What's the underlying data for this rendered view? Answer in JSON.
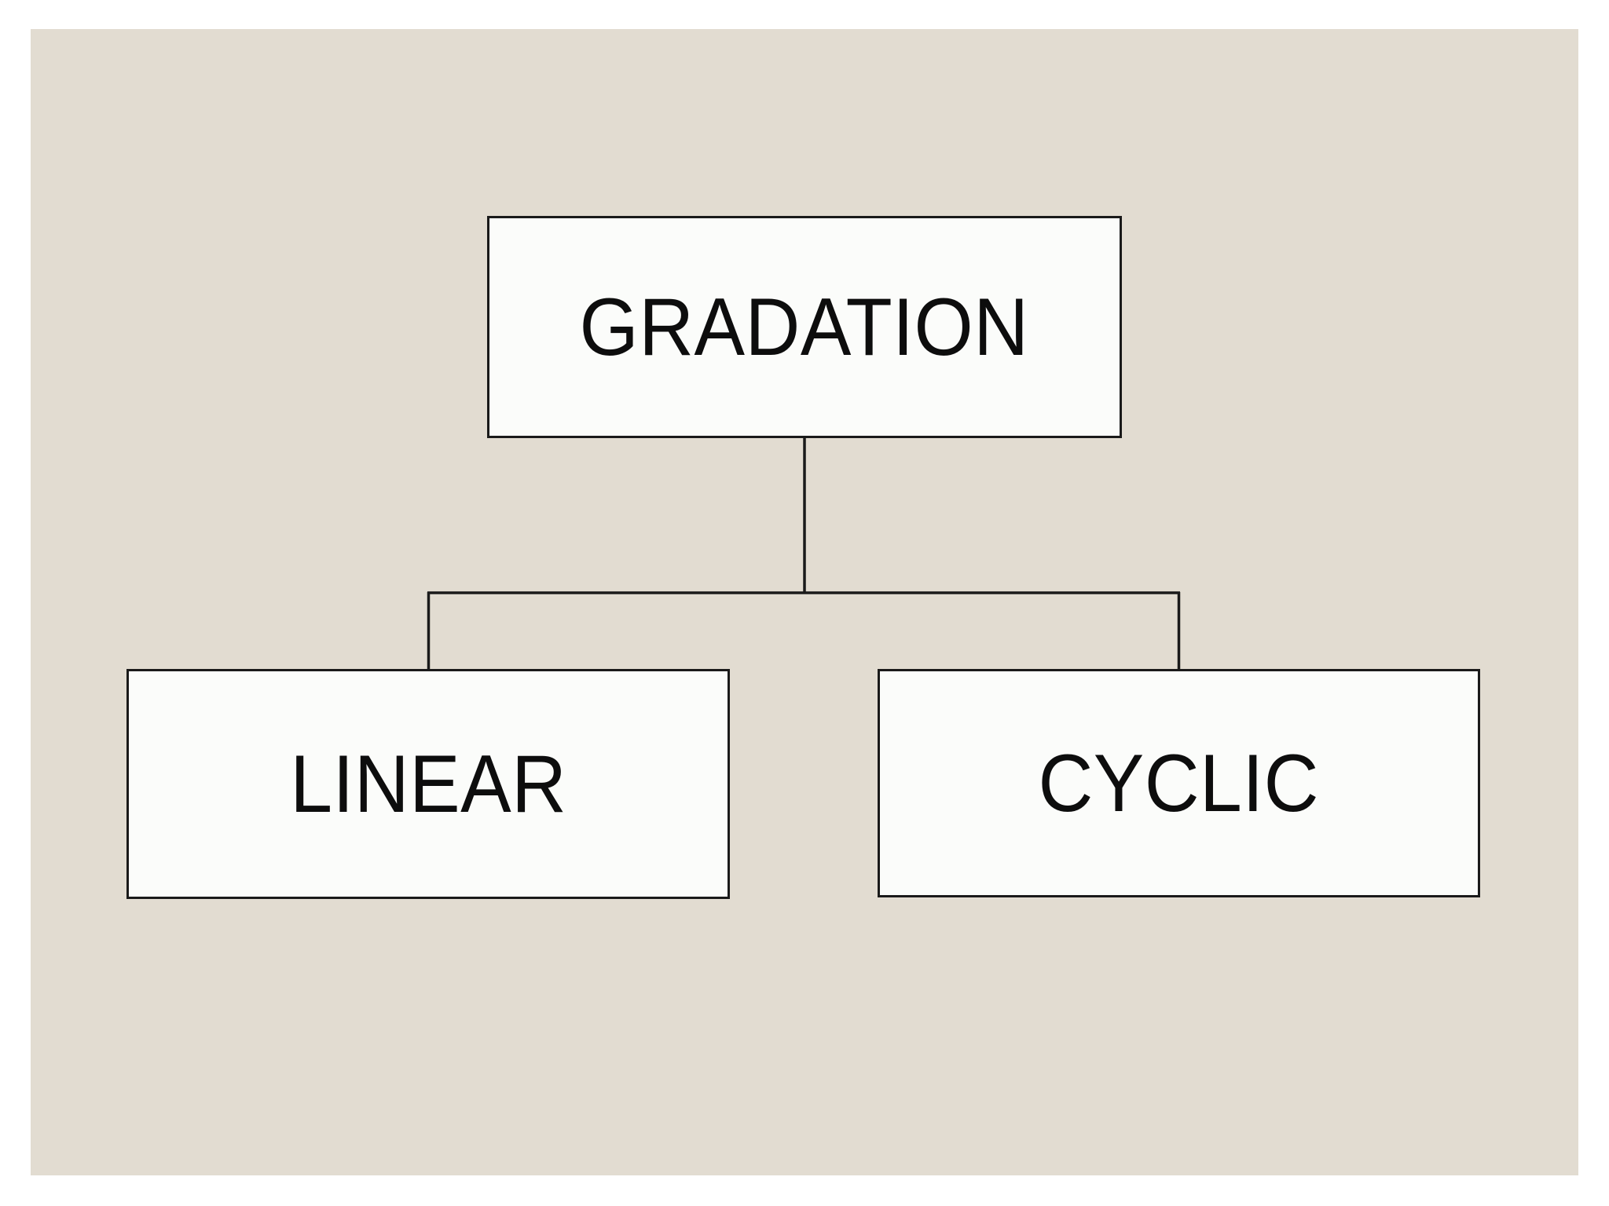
{
  "slide": {
    "canvas_color": "#E2DCD1",
    "page_background_color": "#ffffff",
    "box_fill_color": "#FBFCFA",
    "line_color": "#1a1a1a",
    "text_color": "#0d0d0d"
  },
  "diagram": {
    "type": "hierarchy-tree",
    "title": "",
    "nodes": [
      {
        "id": "root",
        "label": "GRADATION",
        "level": 0
      },
      {
        "id": "linear",
        "label": "LINEAR",
        "level": 1
      },
      {
        "id": "cyclic",
        "label": "CYCLIC",
        "level": 1
      }
    ],
    "edges": [
      {
        "from": "root",
        "to": "linear"
      },
      {
        "from": "root",
        "to": "cyclic"
      }
    ]
  }
}
